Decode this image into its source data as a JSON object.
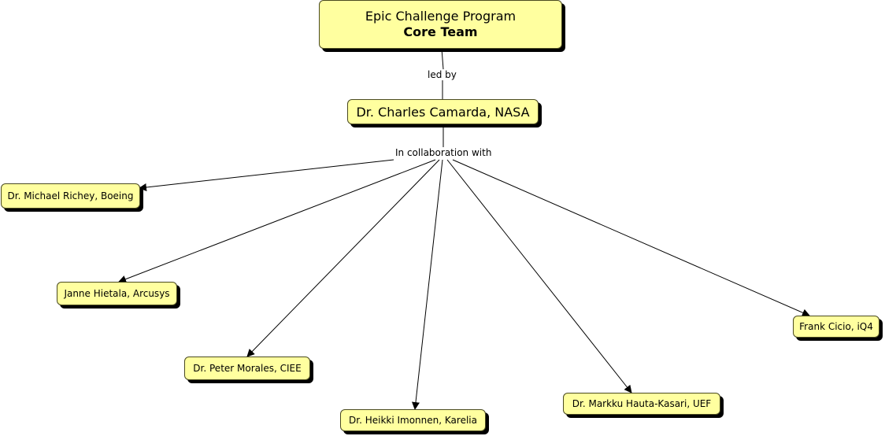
{
  "root": {
    "line1": "Epic Challenge Program",
    "line2": "Core Team"
  },
  "link_led_by": "led by",
  "lead": "Dr. Charles Camarda, NASA",
  "link_collab": "In collaboration with",
  "collaborators": [
    "Dr. Michael Richey, Boeing",
    "Janne Hietala, Arcusys",
    "Dr. Peter Morales, CIEE",
    "Dr. Heikki Imonnen, Karelia",
    "Dr. Markku Hauta-Kasari, UEF",
    "Frank Cicio, iQ4"
  ],
  "colors": {
    "node_fill": "#ffff9f",
    "node_shadow": "#000000",
    "line": "#000000"
  }
}
